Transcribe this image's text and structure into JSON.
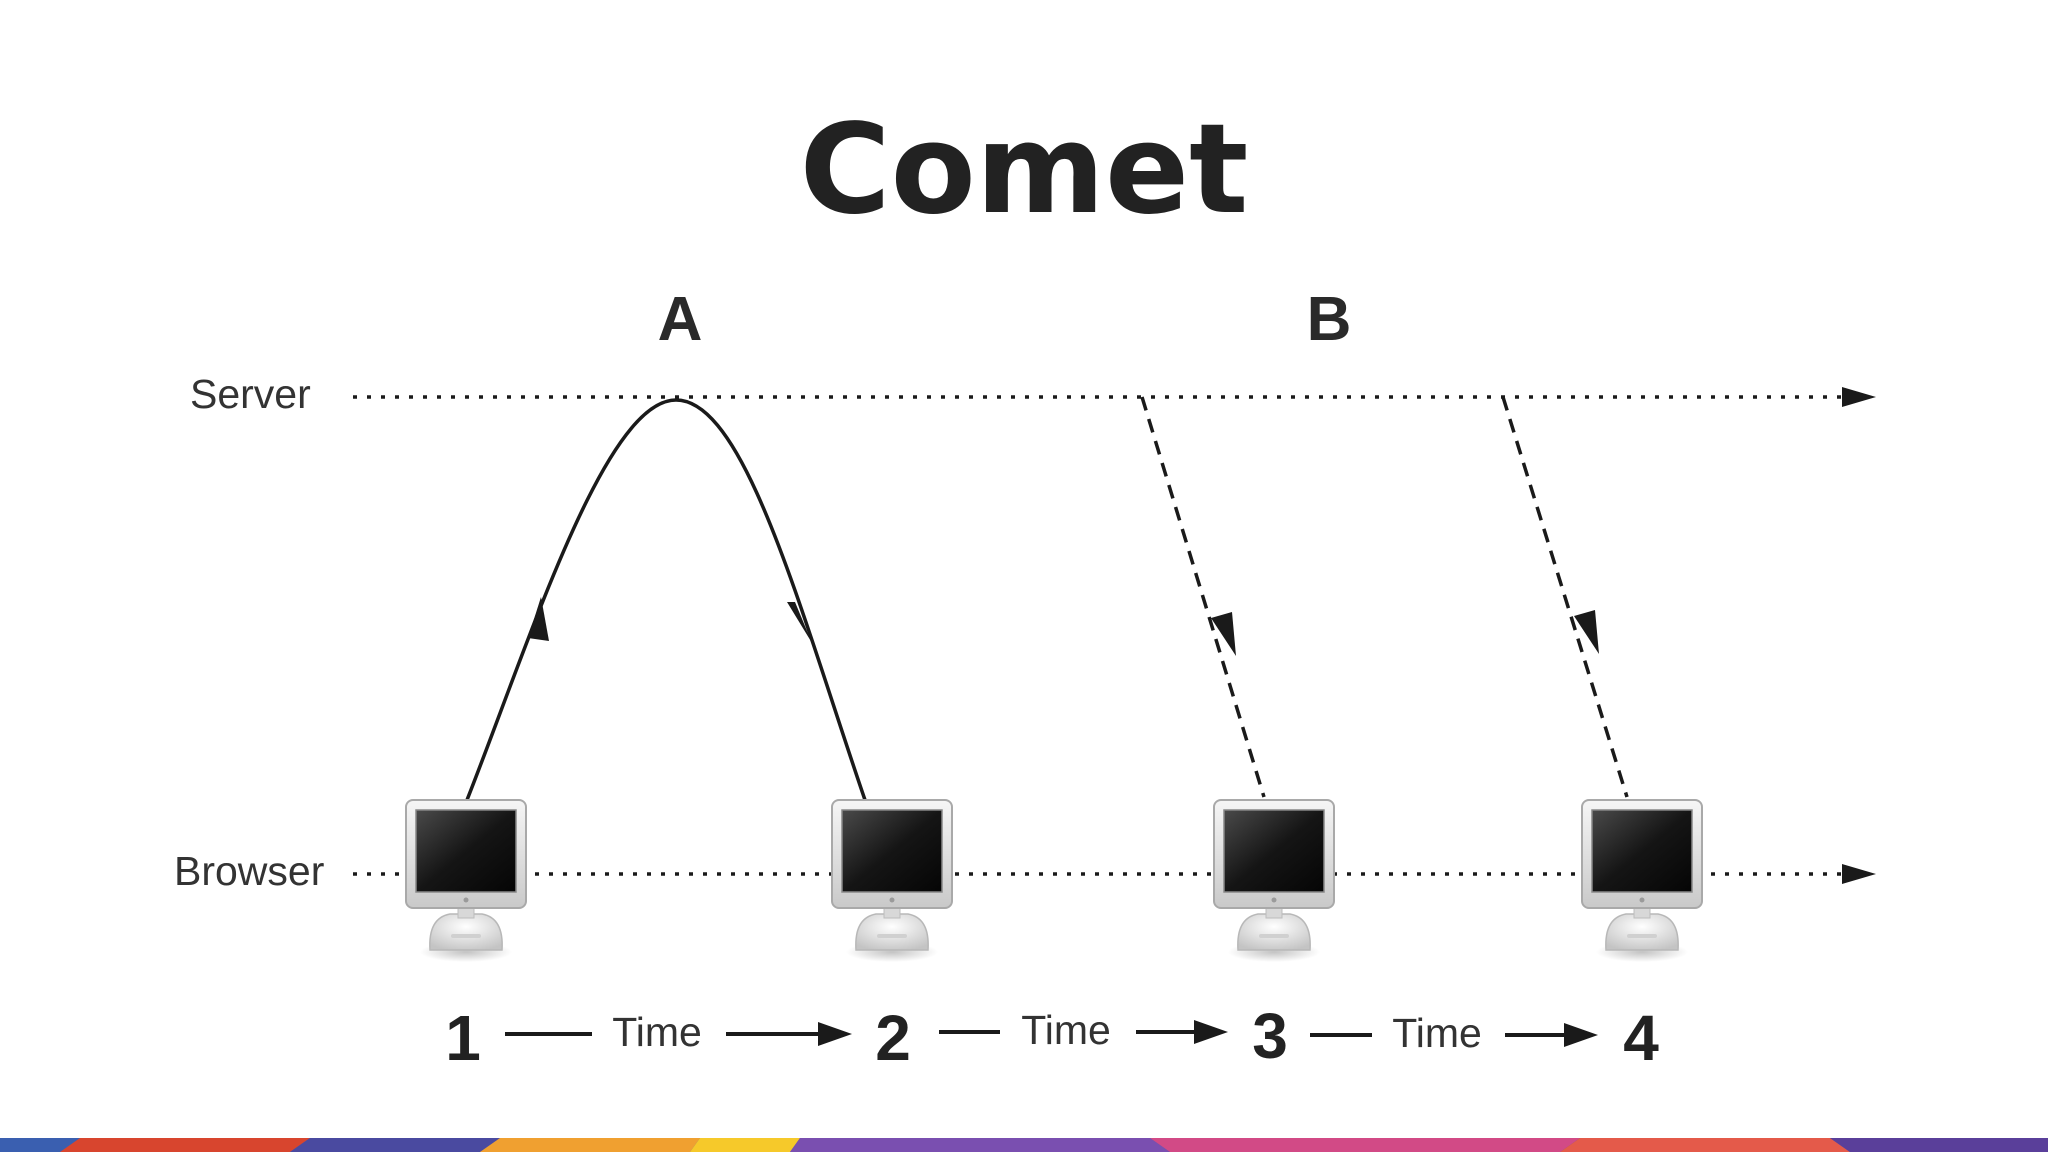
{
  "slide": {
    "title": "Comet"
  },
  "diagram": {
    "label_a": "A",
    "label_b": "B",
    "server_label": "Server",
    "browser_label": "Browser",
    "steps": [
      {
        "number": "1"
      },
      {
        "number": "2"
      },
      {
        "number": "3"
      },
      {
        "number": "4"
      }
    ],
    "time_labels": [
      "Time",
      "Time",
      "Time"
    ],
    "icon": "computer-monitor-icon"
  },
  "colors": {
    "text": "#222222",
    "line": "#1a1a1a",
    "footer_bar": [
      "#3a5fb0",
      "#d8452e",
      "#4a4aa0",
      "#f0a030",
      "#f6c92a",
      "#7a4fb0",
      "#d24a86",
      "#e45a4a",
      "#5a3f9a"
    ]
  }
}
